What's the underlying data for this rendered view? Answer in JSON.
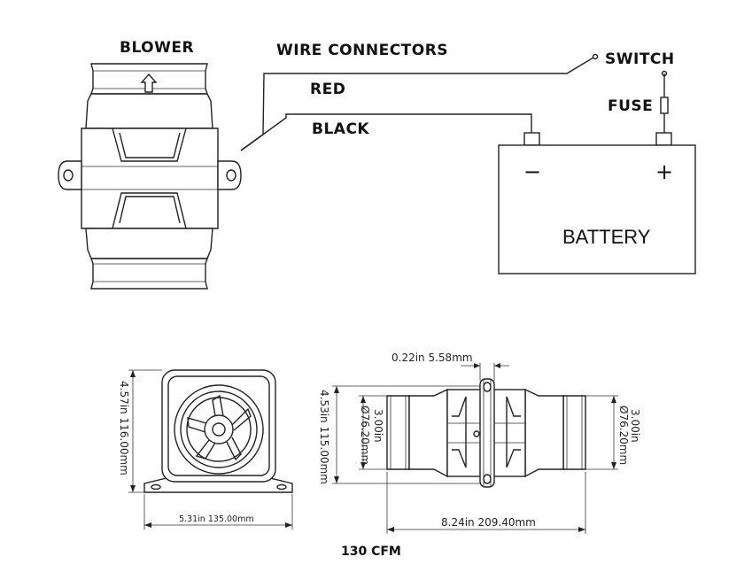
{
  "wiring": {
    "blower": "BLOWER",
    "wire_connectors": "WIRE   CONNECTORS",
    "red": "RED",
    "black": "BLACK",
    "switch": "SWITCH",
    "fuse": "FUSE",
    "battery": "BATTERY",
    "minus": "−",
    "plus": "+"
  },
  "dimensions": {
    "front_height": "4.57in  116.00mm",
    "front_width": "5.31in  135.00mm",
    "side_flange": "0.22in  5.58mm",
    "side_height": "4.53in  115.00mm",
    "left_port_diameter": "Ø76.20mm",
    "left_port_in": "3.00in",
    "right_port_diameter": "Ø76.20mm",
    "right_port_in": "3.00in",
    "side_length": "8.24in  209.40mm"
  },
  "rating": "130 CFM"
}
